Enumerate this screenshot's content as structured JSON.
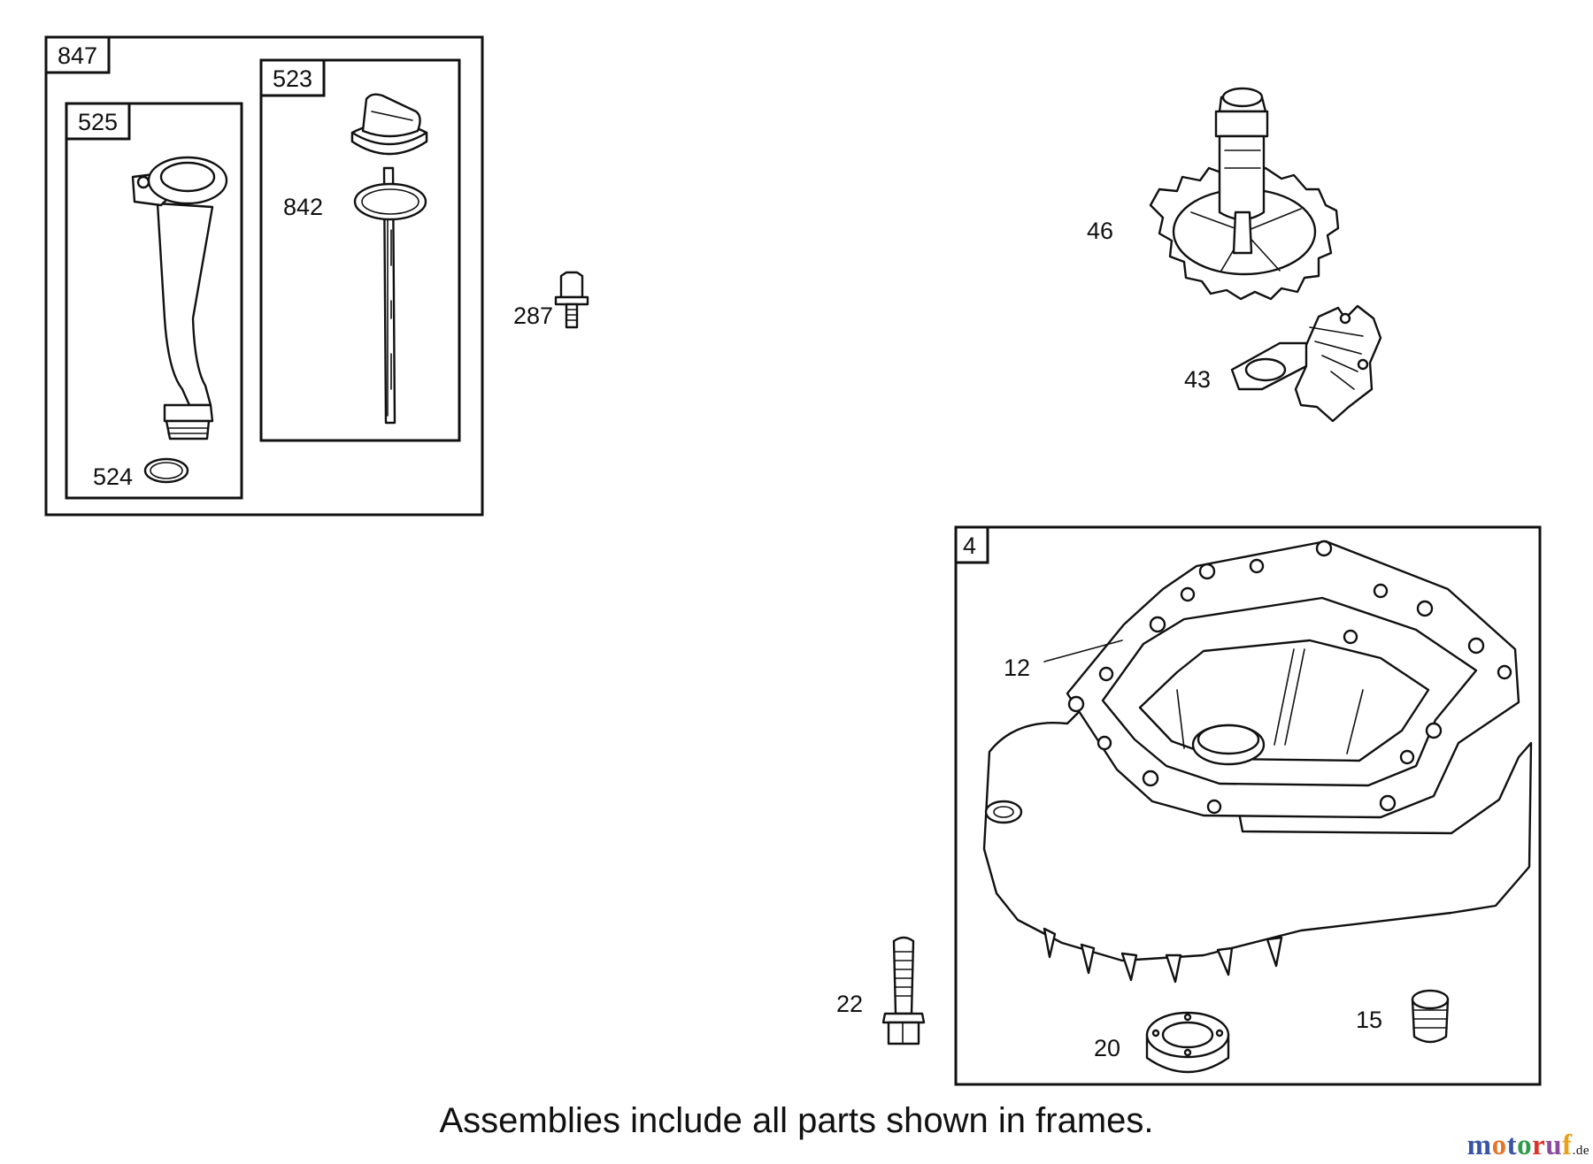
{
  "frames": [
    {
      "id": "847",
      "label": "847"
    },
    {
      "id": "525",
      "label": "525"
    },
    {
      "id": "523",
      "label": "523"
    },
    {
      "id": "4",
      "label": "4"
    }
  ],
  "callouts": {
    "p524": "524",
    "p842": "842",
    "p287": "287",
    "p46": "46",
    "p43": "43",
    "p12": "12",
    "p22": "22",
    "p20": "20",
    "p15": "15"
  },
  "caption": "Assemblies include all parts shown in frames.",
  "watermark": {
    "letters": [
      "m",
      "o",
      "t",
      "o",
      "r",
      "u",
      "f"
    ],
    "colors": [
      "#3a55a4",
      "#e8742a",
      "#3a55a4",
      "#2f9b4a",
      "#d9332b",
      "#8a4d9e",
      "#e8a21a"
    ],
    "tld": ".de"
  }
}
